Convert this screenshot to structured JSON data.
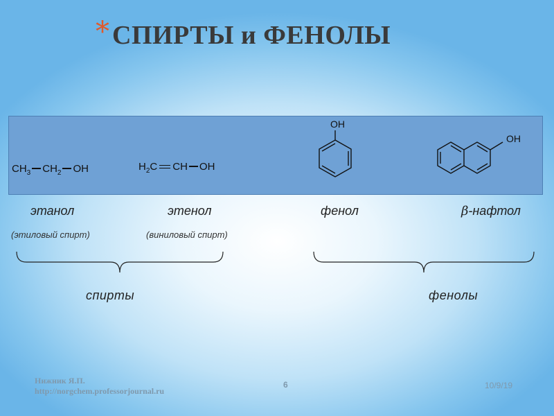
{
  "slide": {
    "title_bullet": "*",
    "title": "СПИРТЫ и ФЕНОЛЫ"
  },
  "compounds": [
    {
      "formula": {
        "p1": "CH",
        "s1": "3",
        "p2": "CH",
        "s2": "2",
        "p3": "OH"
      },
      "name": "этанол",
      "trivial": "(этиловый спирт)"
    },
    {
      "formula": {
        "p1": "H",
        "s1": "2",
        "p2": "C",
        "p3": "CH",
        "p4": "OH"
      },
      "name": "этенол",
      "trivial": "(виниловый спирт)"
    },
    {
      "substituent": "OH",
      "name": "фенол"
    },
    {
      "substituent": "OH",
      "name_prefix": "β",
      "name": "-нафтол"
    }
  ],
  "groups": {
    "alcohols": "спирты",
    "phenols": "фенолы"
  },
  "footer": {
    "author": "Нижник Я.П.",
    "url": "http://norgchem.professorjournal.ru",
    "page": "6",
    "date": "10/9/19"
  },
  "colors": {
    "panel": "#6fa1d5",
    "bullet": "#e05a2b",
    "footer_text": "#7f99ad"
  }
}
